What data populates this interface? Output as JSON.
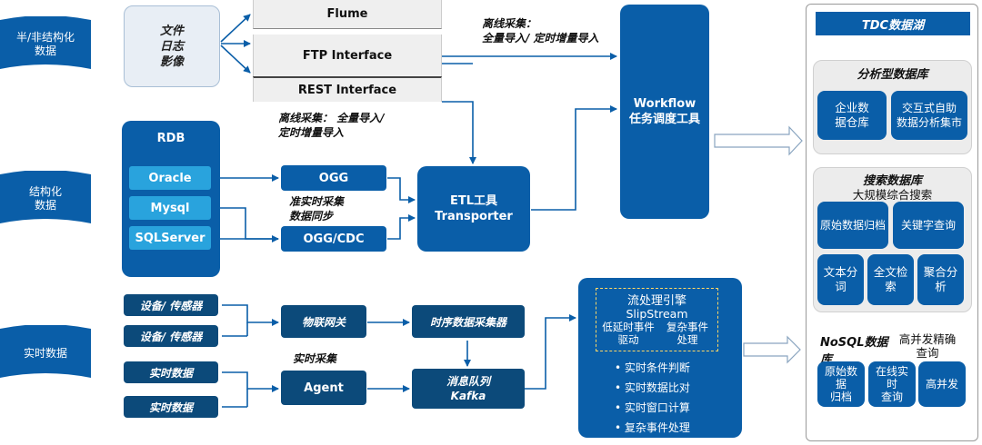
{
  "colors": {
    "primary": "#0a5ea8",
    "navy": "#0c4a7a",
    "light": "#29a3dd"
  },
  "row_labels": {
    "unstructured": "半/非结构化\n数据",
    "structured": "结构化\n数据",
    "realtime": "实时数据"
  },
  "sources": {
    "files": "文件\n日志\n影像"
  },
  "interfaces": {
    "flume": "Flume",
    "ftp": "FTP Interface",
    "rest": "REST Interface"
  },
  "annotations": {
    "offline_top": "离线采集：\n全量导入/ 定时增量导入",
    "offline_mid": "离线采集：  全量导入/\n定时增量导入",
    "near_realtime": "准实时采集\n数据同步",
    "realtime": "实时采集"
  },
  "rdb": {
    "title": "RDB",
    "items": [
      "Oracle",
      "Mysql",
      "SQLServer"
    ]
  },
  "ogg": {
    "ogg": "OGG",
    "ogg_cdc": "OGG/CDC"
  },
  "etl": {
    "title": "ETL工具\nTransporter"
  },
  "workflow": {
    "title": "Workflow\n任务调度工具"
  },
  "devices": [
    "设备/ 传感器",
    "设备/ 传感器",
    "实时数据",
    "实时数据"
  ],
  "pipeline": {
    "iot_gateway": "物联网关",
    "ts_collector": "时序数据采集器",
    "agent": "Agent",
    "kafka": "消息队列\nKafka"
  },
  "stream": {
    "engine": "流处理引擎",
    "name": "SlipStream",
    "sub1": "低延时事件\n驱动",
    "sub2": "复杂事件\n处理",
    "features": [
      "• 实时条件判断",
      "• 实时数据比对",
      "• 实时窗口计算",
      "• 复杂事件处理"
    ]
  },
  "lake": {
    "title": "TDC数据湖",
    "analytic": {
      "title": "分析型数据库",
      "tiles": [
        "企业数\n据仓库",
        "交互式自助\n数据分析集市"
      ]
    },
    "search": {
      "title": "搜索数据库",
      "subtitle": "大规模综合搜索",
      "tiles": [
        "原始数据归档",
        "关键字查询",
        "文本分\n词",
        "全文检\n索",
        "聚合分\n析"
      ]
    },
    "nosql": {
      "title": "NoSQL数据库",
      "subtitle": "高并发精确\n查询",
      "tiles": [
        "原始数\n据\n归档",
        "在线实\n时\n查询",
        "高并发"
      ]
    }
  }
}
